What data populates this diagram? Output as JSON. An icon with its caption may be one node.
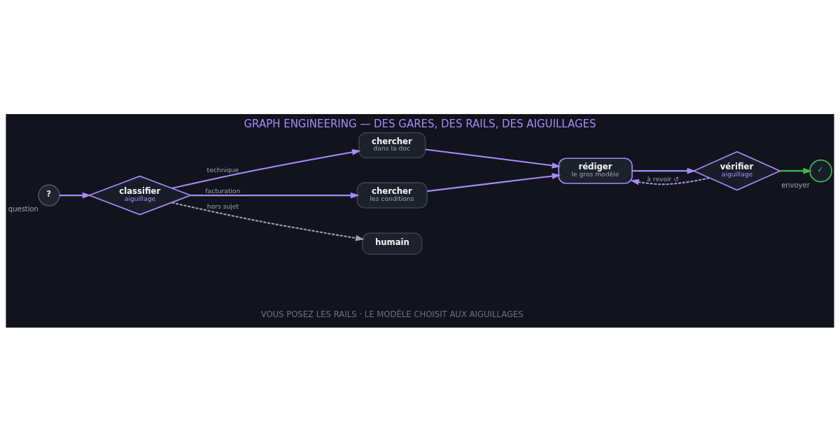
{
  "diagram": {
    "title": "GRAPH ENGINEERING — DES GARES, DES RAILS, DES AIGUILLAGES",
    "caption": "VOUS POSEZ LES RAILS · LE MODÈLE CHOISIT AUX AIGUILLAGES",
    "nodes": [
      {
        "text": [
          "?"
        ],
        "beside": [
          "question"
        ]
      },
      {
        "text": [
          "classifier",
          "aiguillage"
        ]
      },
      {
        "text": [
          "chercher",
          "dans la doc"
        ]
      },
      {
        "text": [
          "chercher",
          "les conditions"
        ]
      },
      {
        "text": [
          "humain"
        ]
      },
      {
        "text": [
          "rédiger",
          "le gros modèle"
        ]
      },
      {
        "text": [
          "vérifier",
          "aiguillage"
        ]
      },
      {
        "text": [
          "✓"
        ],
        "beside": [
          "envoyer"
        ]
      }
    ],
    "edges": [
      {
        "from": 0,
        "to": 1,
        "arrow": "to"
      },
      {
        "from": 1,
        "to": 2,
        "arrow": "to",
        "label": "technique"
      },
      {
        "from": 1,
        "to": 3,
        "arrow": "to",
        "label": "facturation"
      },
      {
        "from": 1,
        "to": 4,
        "arrow": "to",
        "label": "hors sujet",
        "style": "dashed",
        "color": "#9ca3af"
      },
      {
        "from": 2,
        "to": 5,
        "arrow": "to"
      },
      {
        "from": 3,
        "to": 5,
        "arrow": "to"
      },
      {
        "from": 5,
        "to": 6,
        "arrow": "to"
      },
      {
        "from": 6,
        "to": 5,
        "arrow": "to",
        "label": "à revoir ↺",
        "style": "dashed"
      },
      {
        "from": 6,
        "to": 7,
        "arrow": "to",
        "color": "#3fb950"
      }
    ]
  }
}
